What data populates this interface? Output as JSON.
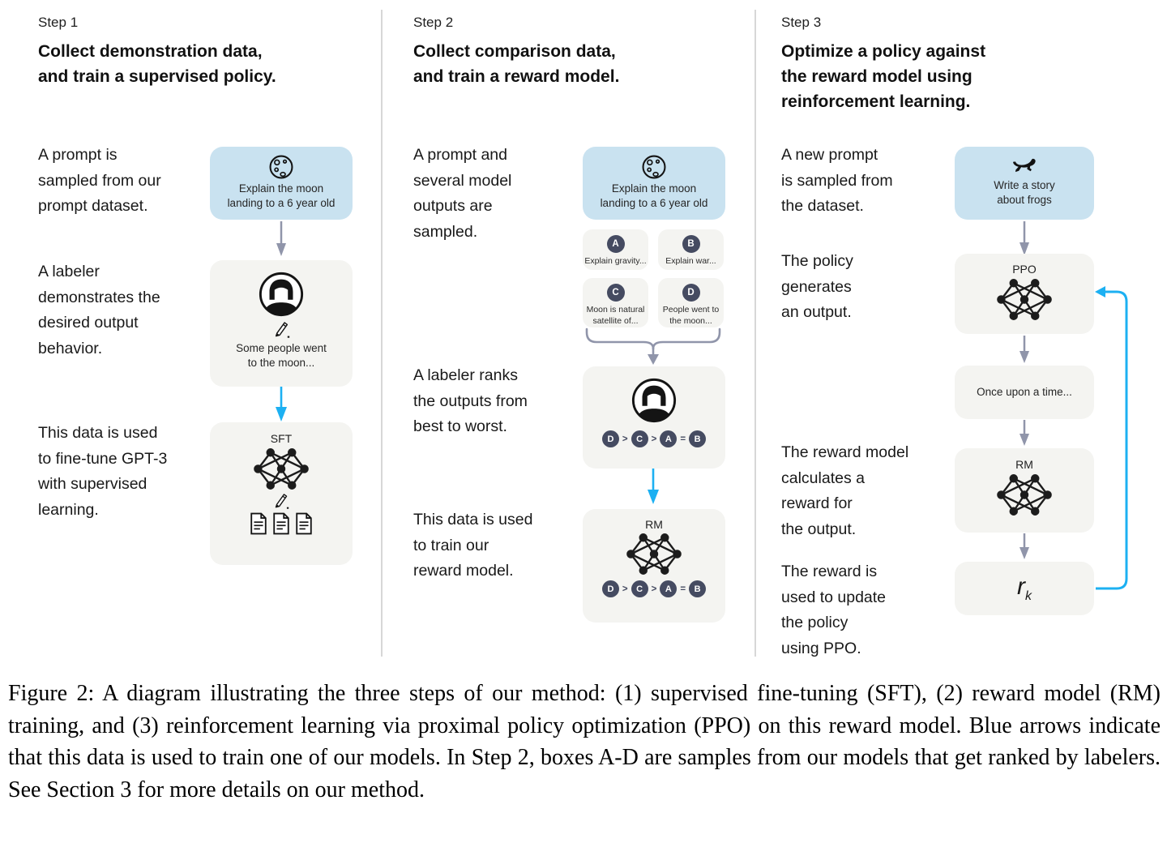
{
  "palette": {
    "prompt_box_bg": "#c9e2f0",
    "model_box_bg": "#f4f4f1",
    "badge_bg": "#454b61",
    "arrow_gray": "#9095aa",
    "arrow_blue": "#1cb0f2",
    "divider": "#d7d7d7"
  },
  "icons": {
    "moon": "moon-icon",
    "frog": "frog-icon",
    "labeler": "labeler-avatar-icon",
    "pencil": "pencil-icon",
    "documents": "documents-icon",
    "network": "neural-network-icon"
  },
  "step1": {
    "label": "Step 1",
    "title": "Collect demonstration data,\nand train a supervised policy.",
    "descriptions": {
      "prompt": "A prompt is\nsampled from our\nprompt dataset.",
      "labeler": "A labeler\ndemonstrates the\ndesired output\nbehavior.",
      "finetune": "This data is used\nto fine-tune GPT-3\nwith supervised\nlearning."
    },
    "prompt_box": {
      "text": "Explain the moon\nlanding to a 6 year old"
    },
    "labeler_box": {
      "text": "Some people went\nto the moon..."
    },
    "sft_box": {
      "label": "SFT"
    }
  },
  "step2": {
    "label": "Step 2",
    "title": "Collect comparison data,\nand train a reward model.",
    "descriptions": {
      "sampled": "A prompt and\nseveral model\noutputs are\nsampled.",
      "ranks": "A labeler ranks\nthe outputs from\nbest to worst.",
      "train": "This data is used\nto train our\nreward model."
    },
    "prompt_box": {
      "text": "Explain the moon\nlanding to a 6 year old"
    },
    "samples": [
      {
        "letter": "A",
        "text": "Explain gravity..."
      },
      {
        "letter": "B",
        "text": "Explain war..."
      },
      {
        "letter": "C",
        "text": "Moon is natural\nsatellite of..."
      },
      {
        "letter": "D",
        "text": "People went to\nthe moon..."
      }
    ],
    "ranking": {
      "letters": [
        "D",
        "C",
        "A",
        "B"
      ],
      "seps": [
        ">",
        ">",
        "="
      ]
    },
    "rm_box": {
      "label": "RM"
    }
  },
  "step3": {
    "label": "Step 3",
    "title": "Optimize a policy against\nthe reward model using\nreinforcement learning.",
    "descriptions": {
      "new_prompt": "A new prompt\nis sampled from\nthe dataset.",
      "policy_output": "The policy\ngenerates\nan output.",
      "reward_calc": "The reward model\ncalculates a\nreward for\nthe output.",
      "reward_update": "The reward is\nused to update\nthe policy\nusing PPO."
    },
    "prompt_box": {
      "text": "Write a story\nabout frogs"
    },
    "ppo_box": {
      "label": "PPO"
    },
    "output_box": {
      "text": "Once upon a time..."
    },
    "rm_box": {
      "label": "RM"
    },
    "reward_box": {
      "base": "r",
      "sub": "k"
    }
  },
  "caption": "Figure 2: A diagram illustrating the three steps of our method: (1) supervised fine-tuning (SFT), (2) reward model (RM) training, and (3) reinforcement learning via proximal policy optimization (PPO) on this reward model. Blue arrows indicate that this data is used to train one of our models. In Step 2, boxes A-D are samples from our models that get ranked by labelers. See Section 3 for more details on our method."
}
